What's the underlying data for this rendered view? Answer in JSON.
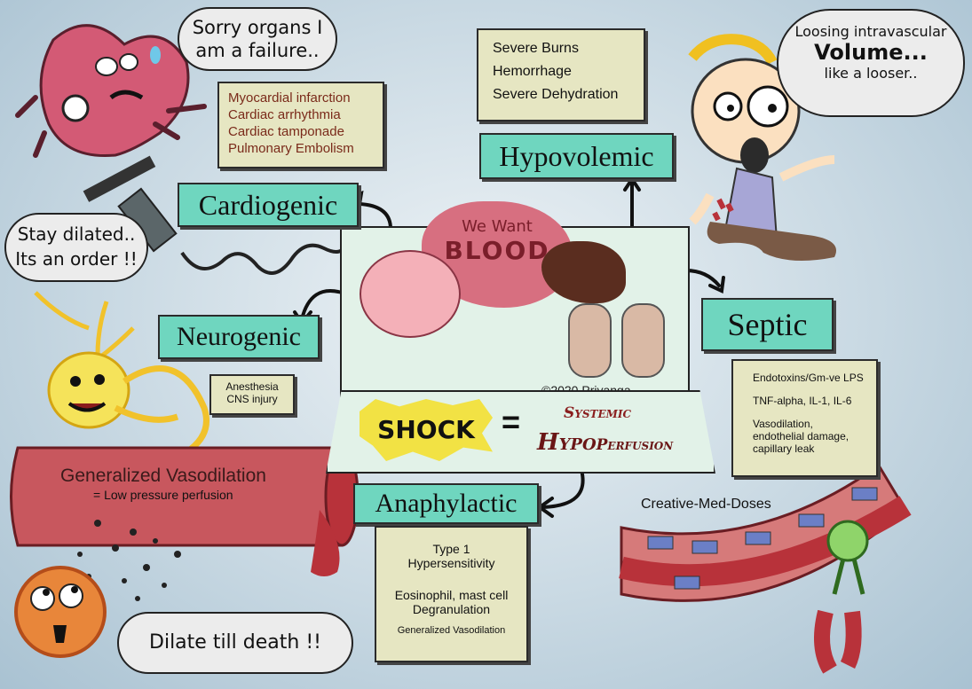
{
  "speech": {
    "heart": "Sorry organs I am a failure..",
    "neuron": "Stay dilated.. Its an order !!",
    "hypo_line1": "Loosing intravascular",
    "hypo_line2": "Volume...",
    "hypo_line3": "like a looser..",
    "cell": "Dilate till death !!"
  },
  "center": {
    "blood_line1": "We Want",
    "blood_line2": "BLOOD",
    "copyright": "©2020 Priyanga",
    "shock": "SHOCK",
    "equals": "=",
    "systemic": "Systemic",
    "hypo": "Hypo",
    "perfusion": "Perfusion"
  },
  "types": {
    "cardiogenic": {
      "label": "Cardiogenic",
      "causes": [
        "Myocardial infarction",
        "Cardiac arrhythmia",
        "Cardiac tamponade",
        "Pulmonary Embolism"
      ]
    },
    "hypovolemic": {
      "label": "Hypovolemic",
      "causes": [
        "Severe Burns",
        "Hemorrhage",
        "Severe Dehydration"
      ]
    },
    "neurogenic": {
      "label": "Neurogenic",
      "causes": [
        "Anesthesia",
        "CNS injury"
      ]
    },
    "septic": {
      "label": "Septic",
      "causes": [
        "Endotoxins/Gm-ve LPS",
        "TNF-alpha, IL-1, IL-6",
        "Vasodilation,",
        "endothelial damage,",
        "capillary leak"
      ]
    },
    "anaphylactic": {
      "label": "Anaphylactic",
      "causes": [
        "Type 1",
        "Hypersensitivity",
        "Eosinophil, mast cell",
        "Degranulation",
        "Generalized Vasodilation"
      ]
    }
  },
  "vessel": {
    "title": "Generalized Vasodilation",
    "subtitle": "= Low pressure perfusion"
  },
  "credit": "Creative-Med-Doses",
  "colors": {
    "label_box": "#6fd6bf",
    "cause_box": "#e6e6c2",
    "heart_text": "#7a2a1a",
    "blood": "#b8323a"
  }
}
